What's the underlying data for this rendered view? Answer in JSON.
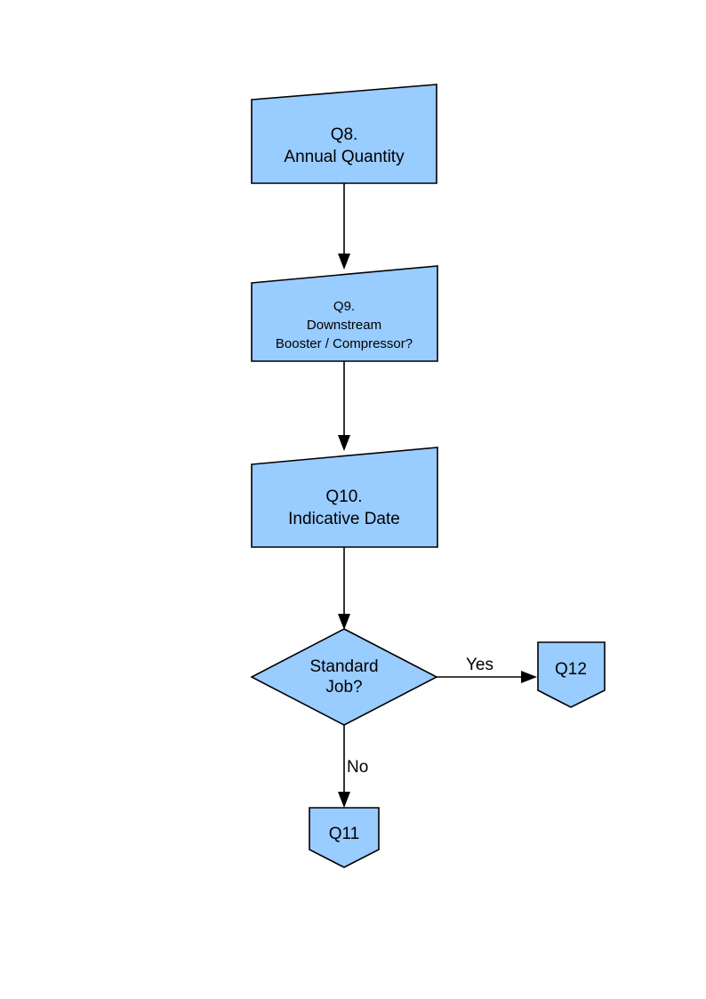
{
  "diagram": {
    "title": "Flowchart: Questionnaire Q8 to Q12 routing",
    "background_color": "#ffffff",
    "node_fill_color": "#99CCFF",
    "node_stroke_color": "#000000",
    "text_color": "#000000",
    "nodes": [
      {
        "id": "q8",
        "shape": "slanted-rectangle",
        "lines": [
          "Q8.",
          "Annual Quantity"
        ],
        "text_size": "large"
      },
      {
        "id": "q9",
        "shape": "slanted-rectangle",
        "lines": [
          "Q9.",
          "Downstream",
          "Booster / Compressor?"
        ],
        "text_size": "medium"
      },
      {
        "id": "q10",
        "shape": "slanted-rectangle",
        "lines": [
          "Q10.",
          "Indicative Date"
        ],
        "text_size": "large"
      },
      {
        "id": "standard_job",
        "shape": "diamond",
        "lines": [
          "Standard",
          "Job?"
        ],
        "text_size": "large"
      },
      {
        "id": "q12",
        "shape": "pentagon-down",
        "lines": [
          "Q12"
        ],
        "text_size": "large"
      },
      {
        "id": "q11",
        "shape": "pentagon-down",
        "lines": [
          "Q11"
        ],
        "text_size": "large"
      }
    ],
    "edges": [
      {
        "id": "e1",
        "from": "q8",
        "to": "q9",
        "label": ""
      },
      {
        "id": "e2",
        "from": "q9",
        "to": "q10",
        "label": ""
      },
      {
        "id": "e3",
        "from": "q10",
        "to": "standard_job",
        "label": ""
      },
      {
        "id": "e4",
        "from": "standard_job",
        "to": "q12",
        "label": "Yes"
      },
      {
        "id": "e5",
        "from": "standard_job",
        "to": "q11",
        "label": "No"
      }
    ]
  }
}
